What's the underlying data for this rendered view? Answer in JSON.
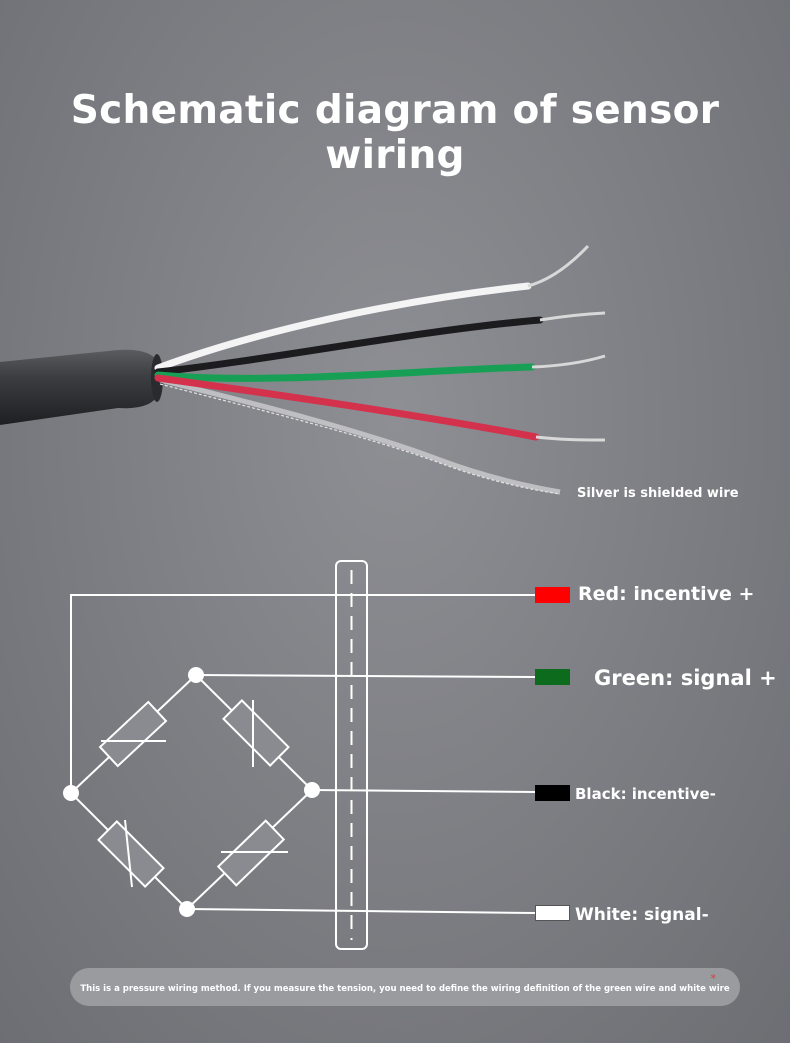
{
  "title": "Schematic diagram of sensor wiring",
  "photo": {
    "shield_label": "Silver is shielded wire"
  },
  "wires": [
    {
      "id": "red",
      "label": "Red: incentive +",
      "color": "#ff0000"
    },
    {
      "id": "green",
      "label": "Green: signal +",
      "color": "#0c6b1d"
    },
    {
      "id": "black",
      "label": "Black: incentive-",
      "color": "#000000"
    },
    {
      "id": "white",
      "label": "White: signal-",
      "color": "#ffffff"
    }
  ],
  "note": {
    "text": "This is a pressure wiring method. If you measure the tension, you need to define the wiring definition of the green wire and white wire",
    "mark": "*"
  }
}
